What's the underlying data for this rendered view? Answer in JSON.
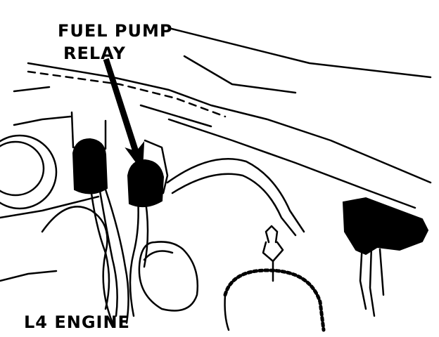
{
  "callout": {
    "line1": "FUEL PUMP",
    "line2": "RELAY"
  },
  "engine_label": "L4 ENGINE",
  "colors": {
    "ink": "#000000",
    "paper": "#ffffff"
  }
}
